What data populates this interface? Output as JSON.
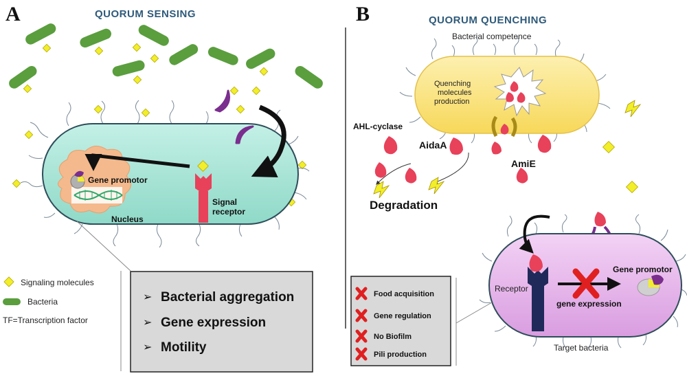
{
  "panel_a": {
    "letter": "A",
    "title": "QUORUM SENSING",
    "labels": {
      "gene_promotor": "Gene promotor",
      "nucleus": "Nucleus",
      "signal_receptor_line1": "Signal",
      "signal_receptor_line2": "receptor"
    },
    "legend": {
      "signaling": "Signaling molecules",
      "bacteria": "Bacteria",
      "tf": "TF=Transcription factor"
    },
    "effects": [
      "Bacterial aggregation",
      "Gene expression",
      "Motility"
    ]
  },
  "panel_b": {
    "letter": "B",
    "title": "QUORUM QUENCHING",
    "labels": {
      "competence": "Bacterial competence",
      "quenching_line1": "Quenching",
      "quenching_line2": "molecules",
      "quenching_line3": "production",
      "ahl_cyclase": "AHL-cyclase",
      "aidaa": "AidaA",
      "amie": "AmiE",
      "degradation": "Degradation",
      "receptor": "Receptor",
      "gene_promotor": "Gene promotor",
      "gene_expression": "gene expression",
      "target": "Target bacteria"
    },
    "effects": [
      "Food acquisition",
      "Gene regulation",
      "No Biofilm",
      "Pili production"
    ]
  },
  "colors": {
    "title": "#2e5a7a",
    "bacterium_green": "#5a9e3e",
    "signal_yellow": "#f2ee2a",
    "cell_a": "#a8e6d8",
    "cell_b_top": "#fbe78c",
    "cell_b_target": "#e9b8ee",
    "receptor_red": "#e8415a",
    "arrow_black": "#111111",
    "purple": "#7a2e8e",
    "x_red": "#e02020"
  }
}
